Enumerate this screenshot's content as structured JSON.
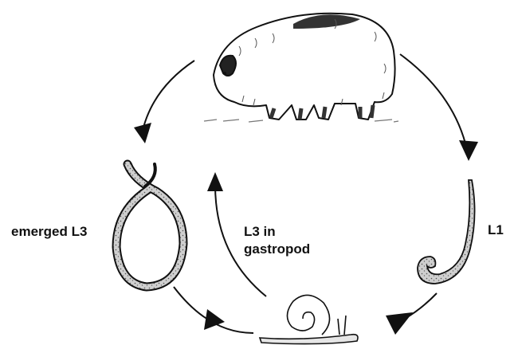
{
  "labels": {
    "emerged_l3": "emerged L3",
    "l1": "L1",
    "l3_in_line1": "L3 in",
    "l3_in_line2": "gastropod"
  },
  "colors": {
    "ink": "#111111",
    "larva_fill": "#c8c8c8",
    "background": "#ffffff"
  },
  "icons": [
    "muskox-icon",
    "l1-larva-icon",
    "gastropod-snail-icon",
    "emerged-l3-larva-icon"
  ]
}
